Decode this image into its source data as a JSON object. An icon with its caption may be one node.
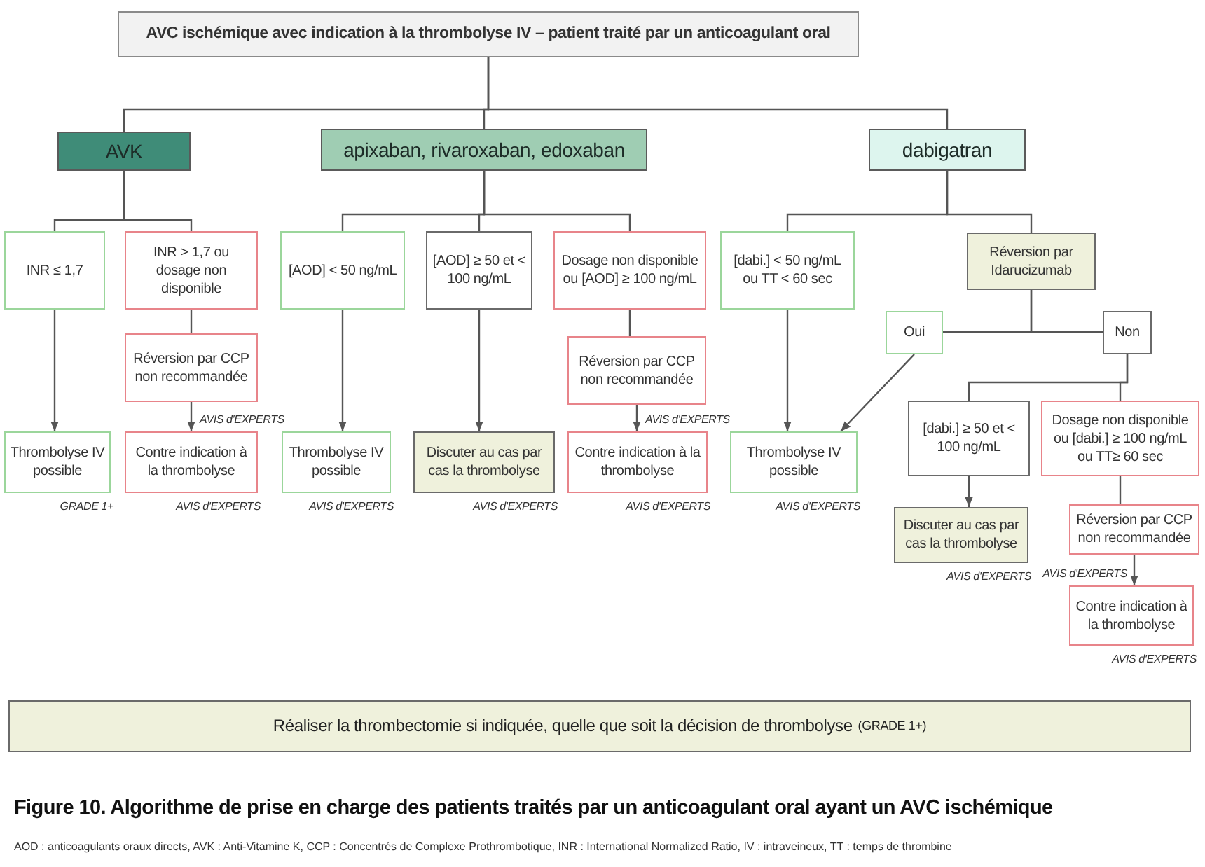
{
  "diagram": {
    "caption": "Figure 10. Algorithme de prise en charge des patients traités par un anticoagulant oral ayant un AVC ischémique",
    "nodes": [
      {
        "text": [
          "AVC ischémique avec indication à la thrombolyse IV – patient traité par un anticoagulant oral"
        ]
      },
      {
        "text": [
          "AVK"
        ]
      },
      {
        "text": [
          "apixaban, rivaroxaban, edoxaban"
        ]
      },
      {
        "text": [
          "dabigatran"
        ]
      },
      {
        "text": [
          "INR ≤ 1,7"
        ]
      },
      {
        "text": [
          "INR > 1,7 ou dosage non disponible"
        ]
      },
      {
        "text": [
          "Réversion par CCP non recommandée"
        ]
      },
      {
        "text": [
          "Thrombolyse IV possible"
        ],
        "beside": [
          "GRADE 1+"
        ]
      },
      {
        "text": [
          "Contre indication à la thrombolyse"
        ],
        "beside": [
          "AVIS d'EXPERTS"
        ]
      },
      {
        "text": [
          "[AOD] < 50 ng/mL"
        ]
      },
      {
        "text": [
          "[AOD] ≥ 50 et < 100 ng/mL"
        ]
      },
      {
        "text": [
          "Dosage non disponible ou [AOD] ≥ 100 ng/mL"
        ]
      },
      {
        "text": [
          "Réversion par CCP non recommandée"
        ]
      },
      {
        "text": [
          "Thrombolyse IV possible"
        ],
        "beside": [
          "AVIS d'EXPERTS"
        ]
      },
      {
        "text": [
          "Discuter au cas par cas la thrombolyse"
        ],
        "beside": [
          "AVIS d'EXPERTS"
        ]
      },
      {
        "text": [
          "Contre indication à la thrombolyse"
        ],
        "beside": [
          "AVIS d'EXPERTS"
        ]
      },
      {
        "text": [
          "[dabi.] < 50 ng/mL ou TT < 60 sec"
        ]
      },
      {
        "text": [
          "Réversion par Idarucizumab"
        ]
      },
      {
        "text": [
          "Oui"
        ]
      },
      {
        "text": [
          "Non"
        ]
      },
      {
        "text": [
          "Thrombolyse IV possible"
        ],
        "beside": [
          "AVIS d'EXPERTS"
        ]
      },
      {
        "text": [
          "[dabi.] ≥ 50 et < 100 ng/mL"
        ]
      },
      {
        "text": [
          "Dosage non disponible ou [dabi.] ≥ 100 ng/mL ou TT≥ 60 sec"
        ]
      },
      {
        "text": [
          "Discuter au cas par cas la thrombolyse"
        ],
        "beside": [
          "AVIS d'EXPERTS"
        ]
      },
      {
        "text": [
          "Réversion par CCP non recommandée"
        ]
      },
      {
        "text": [
          "Contre indication à la thrombolyse"
        ],
        "beside": [
          "AVIS d'EXPERTS"
        ]
      },
      {
        "text": [
          "Réaliser la thrombectomie si indiquée, quelle que soit la décision de thrombolyse",
          "(GRADE 1+)"
        ]
      }
    ],
    "edges": [
      {
        "from": 0,
        "to": 1,
        "arrow": "none"
      },
      {
        "from": 0,
        "to": 2,
        "arrow": "none"
      },
      {
        "from": 0,
        "to": 3,
        "arrow": "none"
      },
      {
        "from": 1,
        "to": 4,
        "arrow": "none"
      },
      {
        "from": 1,
        "to": 5,
        "arrow": "none"
      },
      {
        "from": 4,
        "to": 7,
        "arrow": "to"
      },
      {
        "from": 5,
        "to": 6,
        "arrow": "none"
      },
      {
        "from": 6,
        "to": 8,
        "arrow": "to",
        "label": "AVIS d'EXPERTS"
      },
      {
        "from": 2,
        "to": 9,
        "arrow": "none"
      },
      {
        "from": 2,
        "to": 10,
        "arrow": "none"
      },
      {
        "from": 2,
        "to": 11,
        "arrow": "none"
      },
      {
        "from": 9,
        "to": 13,
        "arrow": "to"
      },
      {
        "from": 10,
        "to": 14,
        "arrow": "to"
      },
      {
        "from": 11,
        "to": 12,
        "arrow": "none"
      },
      {
        "from": 12,
        "to": 15,
        "arrow": "to",
        "label": "AVIS d'EXPERTS"
      },
      {
        "from": 3,
        "to": 16,
        "arrow": "none"
      },
      {
        "from": 3,
        "to": 17,
        "arrow": "none"
      },
      {
        "from": 16,
        "to": 20,
        "arrow": "to"
      },
      {
        "from": 17,
        "to": 18,
        "arrow": "none"
      },
      {
        "from": 17,
        "to": 19,
        "arrow": "none"
      },
      {
        "from": 18,
        "to": 20,
        "arrow": "to"
      },
      {
        "from": 19,
        "to": 21,
        "arrow": "none"
      },
      {
        "from": 19,
        "to": 22,
        "arrow": "none"
      },
      {
        "from": 21,
        "to": 23,
        "arrow": "to"
      },
      {
        "from": 22,
        "to": 24,
        "arrow": "none"
      },
      {
        "from": 24,
        "to": 25,
        "arrow": "to",
        "label": "AVIS d'EXPERTS"
      }
    ],
    "labels": [
      "AOD : anticoagulants oraux directs, AVK : Anti-Vitamine K, CCP : Concentrés de Complexe Prothrombotique, INR : International Normalized Ratio, IV : intraveineux, TT : temps de thrombine"
    ]
  }
}
